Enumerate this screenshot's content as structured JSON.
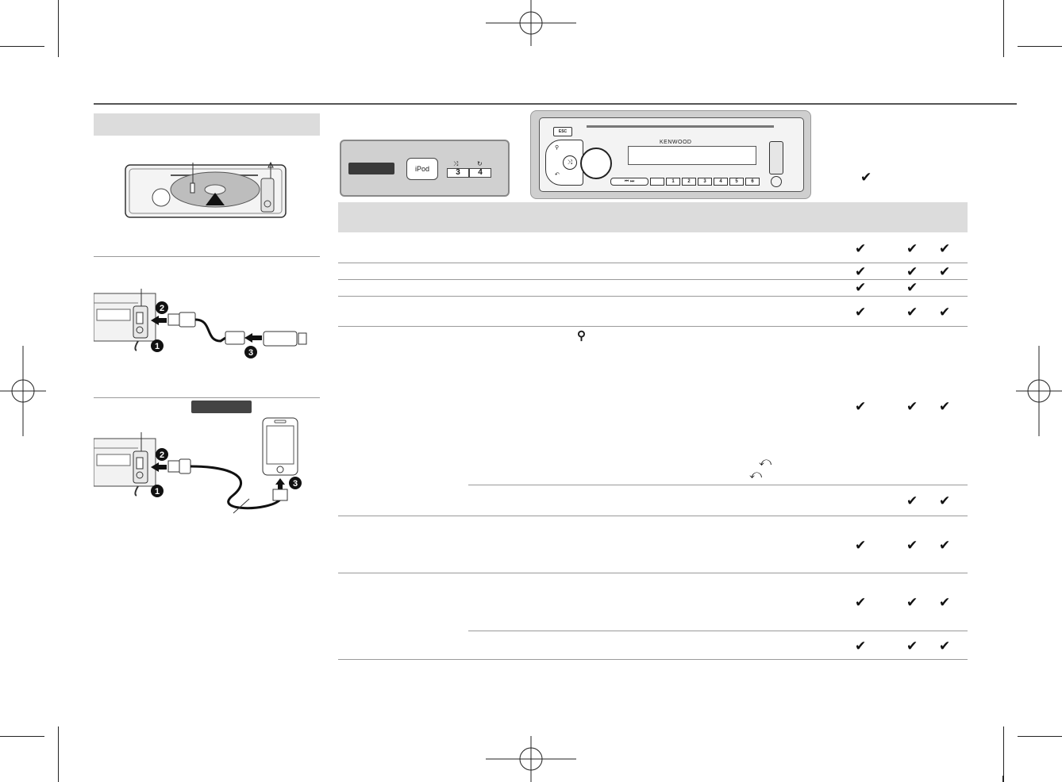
{
  "remote_panel": {
    "ipod_button": "iPod",
    "key3": "3",
    "key4": "4"
  },
  "faceplate": {
    "brand": "KENWOOD",
    "esc": "ESC",
    "keys": [
      "1",
      "2",
      "3",
      "4",
      "5",
      "6"
    ]
  },
  "table": {
    "check_mark": "✔",
    "header_check": "✔"
  }
}
